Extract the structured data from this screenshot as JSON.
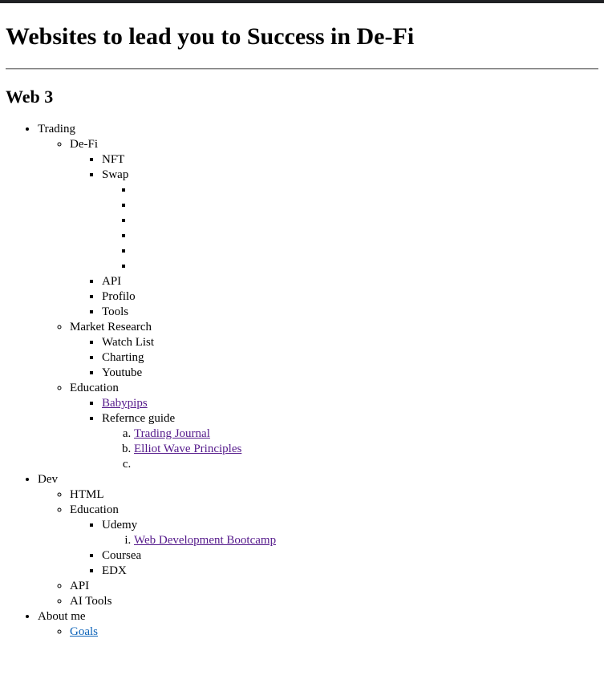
{
  "page": {
    "title": "Websites to lead you to Success in De-Fi",
    "section": "Web 3"
  },
  "colors": {
    "visited_link": "#551a8b",
    "unvisited_link": "#0b62b8",
    "topbar": "#202124"
  },
  "tree": {
    "trading": {
      "label": "Trading",
      "defi": {
        "label": "De-Fi",
        "nft": "NFT",
        "swap": "Swap",
        "api": "API",
        "profilo": "Profilo",
        "tools": "Tools"
      },
      "market_research": {
        "label": "Market Research",
        "watch_list": "Watch List",
        "charting": "Charting",
        "youtube": "Youtube"
      },
      "education": {
        "label": "Education",
        "babypips": "Babypips",
        "reference_guide": {
          "label": "Refernce guide",
          "trading_journal": "Trading Journal",
          "elliot_wave": "Elliot Wave Principles"
        }
      }
    },
    "dev": {
      "label": "Dev",
      "html": "HTML",
      "education": {
        "label": "Education",
        "udemy": {
          "label": "Udemy",
          "bootcamp": "Web Development Bootcamp"
        },
        "coursea": "Coursea",
        "edx": "EDX"
      },
      "api": "API",
      "ai_tools": "AI Tools"
    },
    "about": {
      "label": "About me",
      "goals": "Goals"
    }
  }
}
